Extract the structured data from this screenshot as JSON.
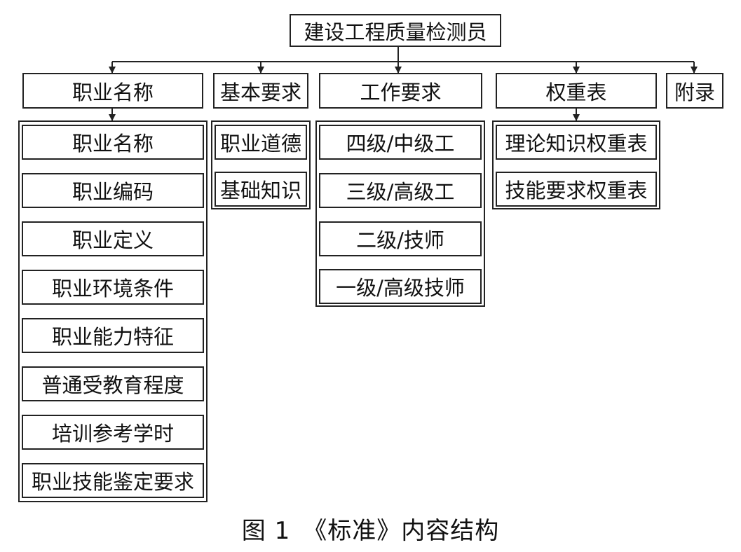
{
  "root": "建设工程质量检测员",
  "categories": [
    {
      "label": "职业名称",
      "items": [
        "职业名称",
        "职业编码",
        "职业定义",
        "职业环境条件",
        "职业能力特征",
        "普通受教育程度",
        "培训参考学时",
        "职业技能鉴定要求"
      ]
    },
    {
      "label": "基本要求",
      "items": [
        "职业道德",
        "基础知识"
      ]
    },
    {
      "label": "工作要求",
      "items": [
        "四级/中级工",
        "三级/高级工",
        "二级/技师",
        "一级/高级技师"
      ]
    },
    {
      "label": "权重表",
      "items": [
        "理论知识权重表",
        "技能要求权重表"
      ]
    },
    {
      "label": "附录",
      "items": []
    }
  ],
  "caption": "图 1　《标准》内容结构"
}
